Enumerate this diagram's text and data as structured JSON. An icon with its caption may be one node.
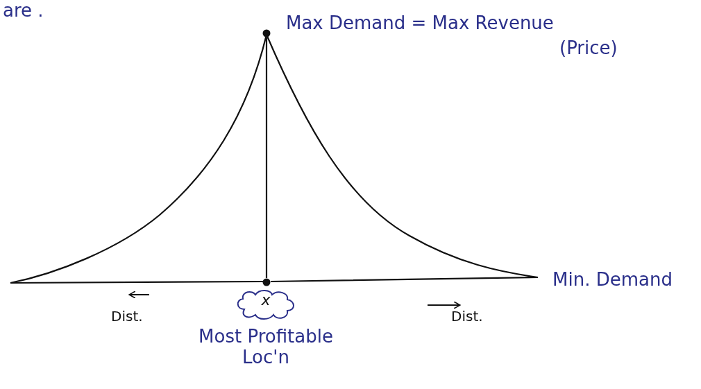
{
  "diagram": {
    "nodes": [
      {
        "text": [],
        "shape": "circle"
      },
      {
        "text": [],
        "shape": "circle"
      },
      {
        "text": [
          "x"
        ],
        "beside": [
          "Most Profitable Loc'n"
        ]
      }
    ],
    "edges": [
      {
        "from": 0,
        "to": 1,
        "arrow": "none"
      }
    ],
    "labels": [
      "are .",
      "Max Demand = Max Revenue",
      "(Price)",
      "Min. Demand",
      "Dist.",
      "Dist."
    ]
  }
}
